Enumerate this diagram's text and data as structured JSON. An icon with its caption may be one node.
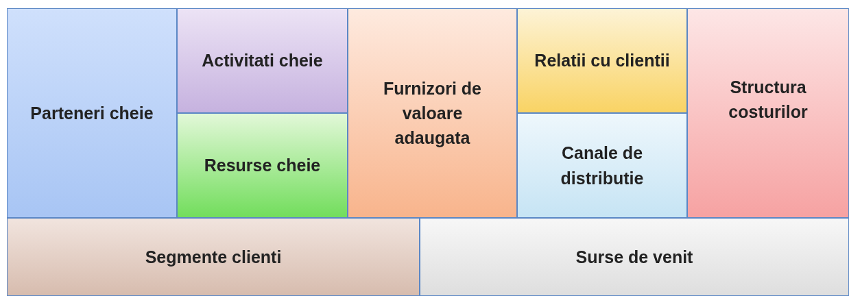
{
  "diagram": {
    "nodes": [
      {
        "text": [
          "Parteneri cheie"
        ]
      },
      {
        "text": [
          "Activitati cheie"
        ]
      },
      {
        "text": [
          "Resurse cheie"
        ]
      },
      {
        "text": [
          "Furnizori de valoare adaugata"
        ]
      },
      {
        "text": [
          "Relatii cu clientii"
        ]
      },
      {
        "text": [
          "Canale de distributie"
        ]
      },
      {
        "text": [
          "Structura costurilor"
        ]
      },
      {
        "text": [
          "Segmente clienti"
        ]
      },
      {
        "text": [
          "Surse de venit"
        ]
      }
    ]
  }
}
